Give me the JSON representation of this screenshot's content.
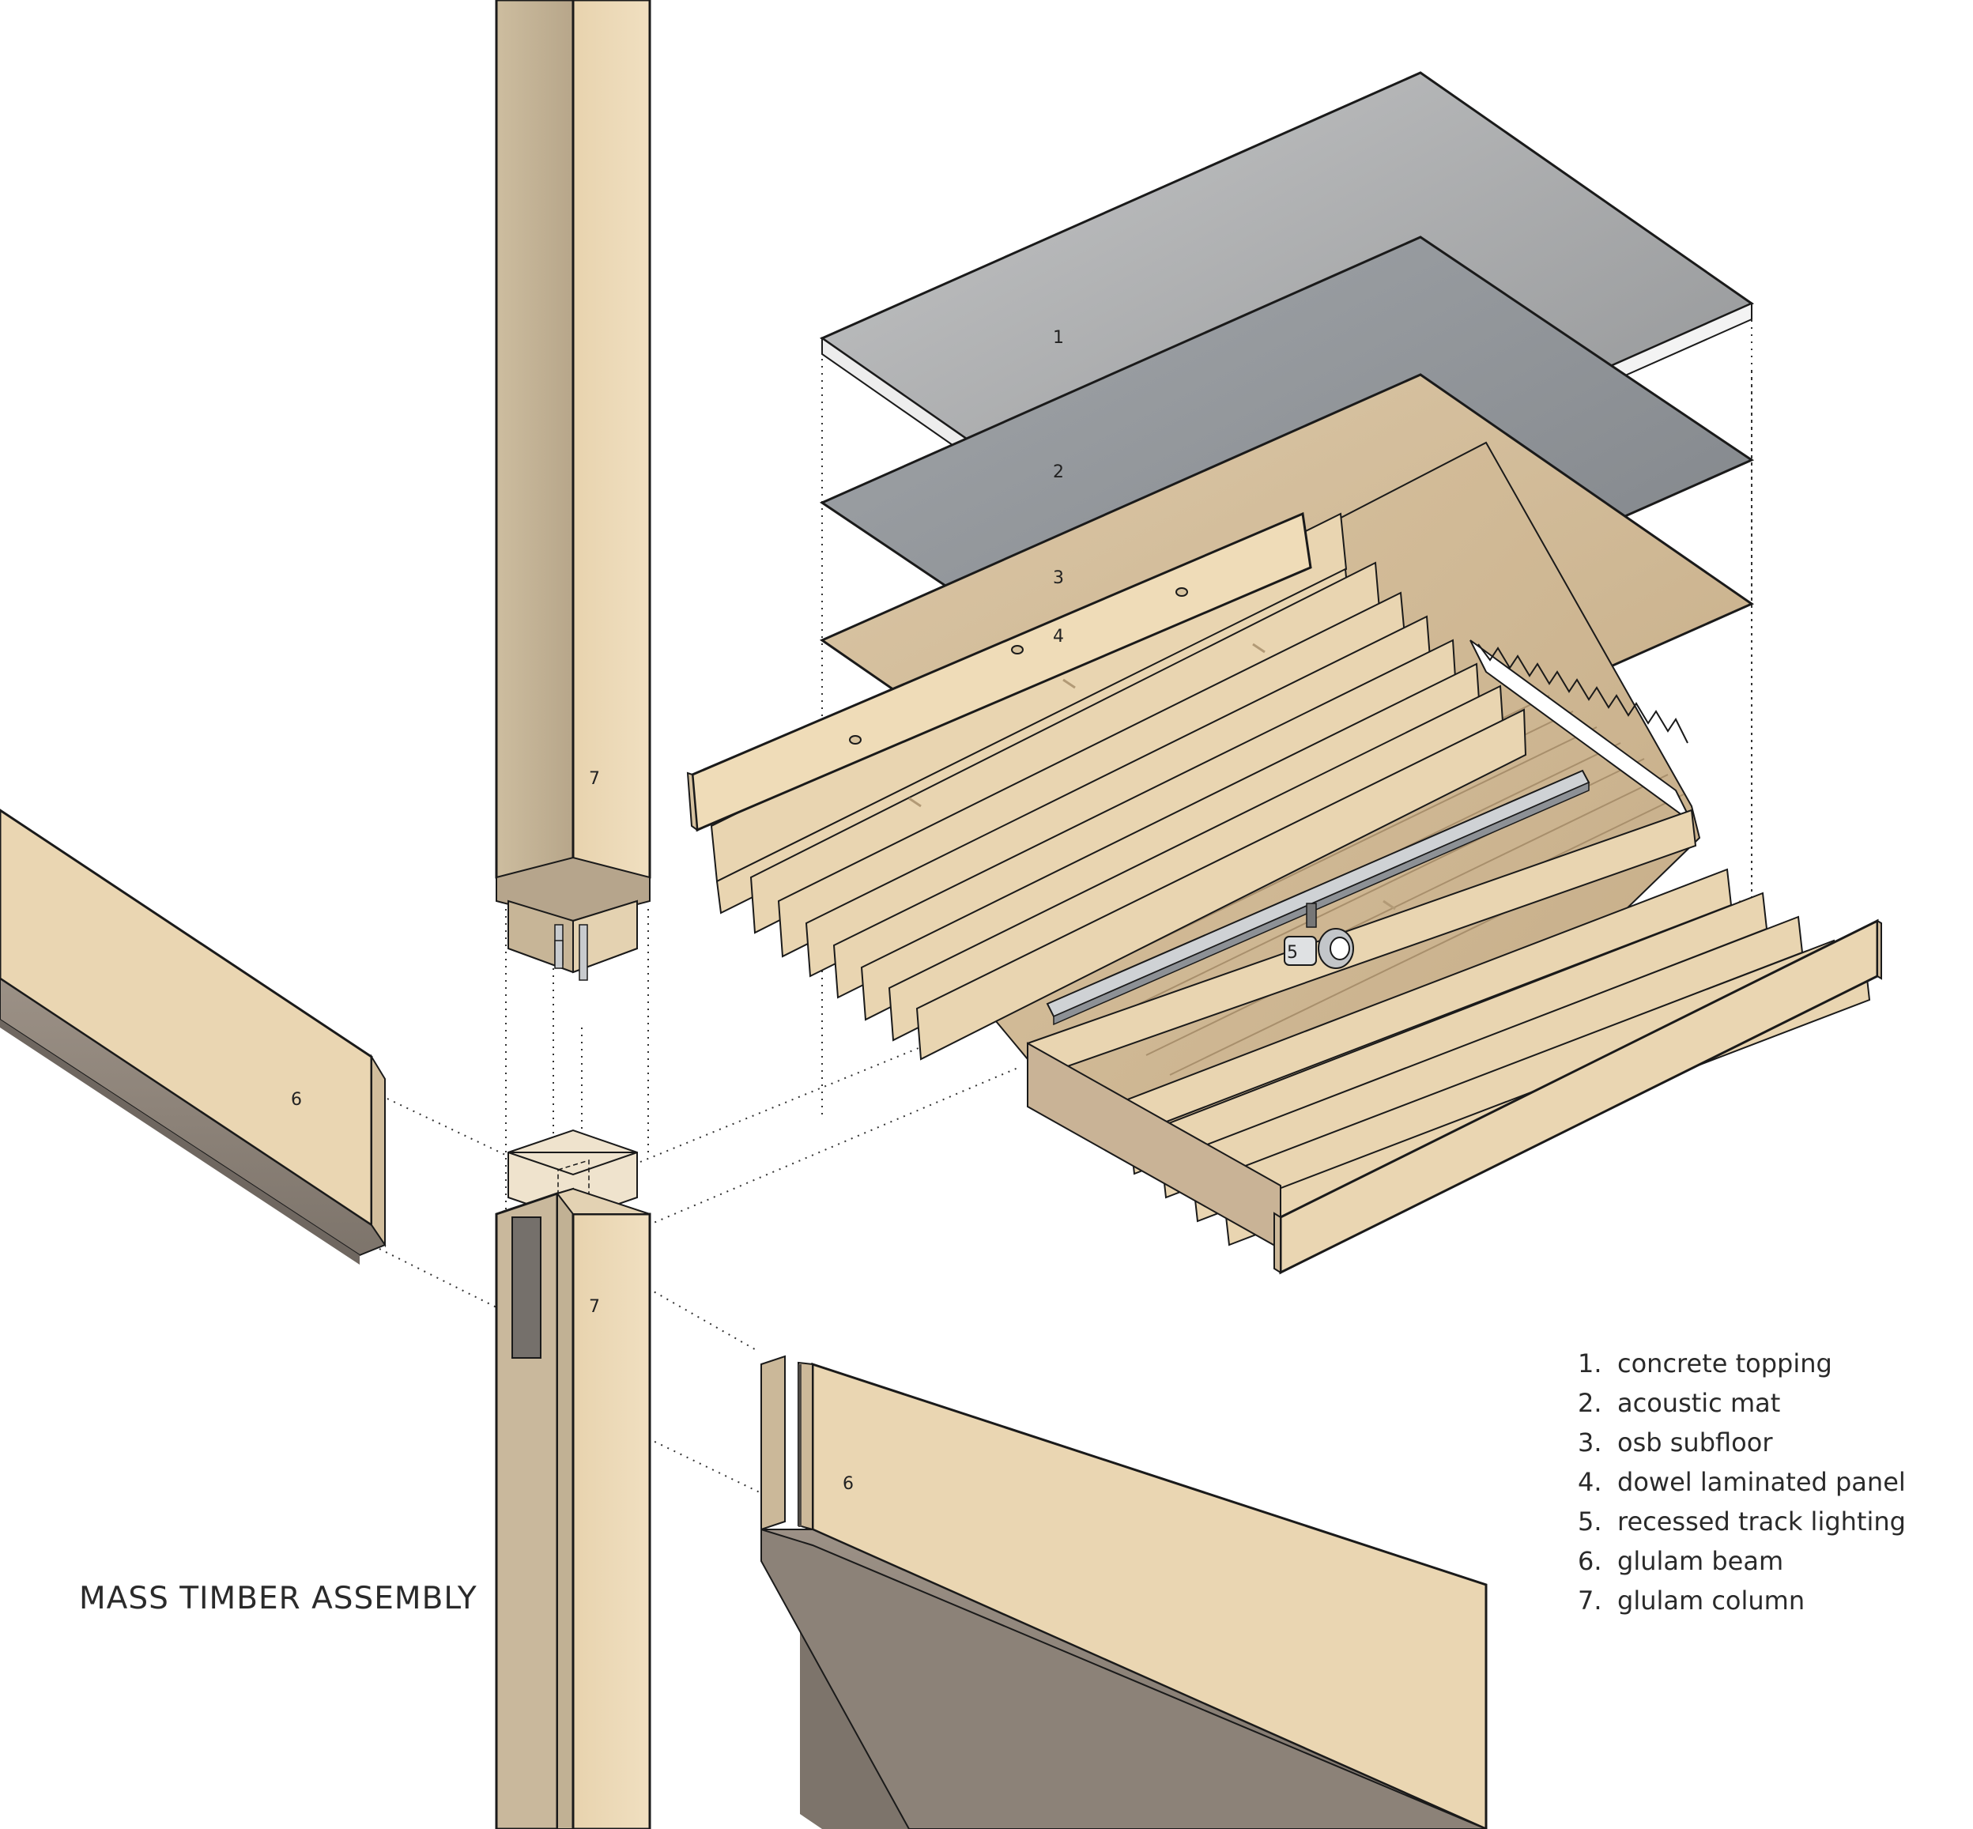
{
  "title": "MASS TIMBER ASSEMBLY",
  "legend": [
    {
      "number": "1.",
      "label": "concrete topping"
    },
    {
      "number": "2.",
      "label": "acoustic mat"
    },
    {
      "number": "3.",
      "label": "osb subfloor"
    },
    {
      "number": "4.",
      "label": "dowel laminated panel"
    },
    {
      "number": "5.",
      "label": "recessed track lighting"
    },
    {
      "number": "6.",
      "label": "glulam beam"
    },
    {
      "number": "7.",
      "label": "glulam column"
    }
  ],
  "callouts": {
    "concrete": "1",
    "acoustic": "2",
    "osb": "3",
    "dlt": "4",
    "lighting": "5",
    "beam_left": "6",
    "beam_right": "6",
    "column_upper": "7",
    "column_lower": "7"
  },
  "colors": {
    "wood_light": "#ead6b2",
    "wood_side": "#c9b59a",
    "wood_dark": "#8a7f74",
    "concrete": "#a9aaab",
    "acoustic": "#8d9196",
    "osb": "#d7c2a2",
    "line": "#1a1a1a"
  }
}
